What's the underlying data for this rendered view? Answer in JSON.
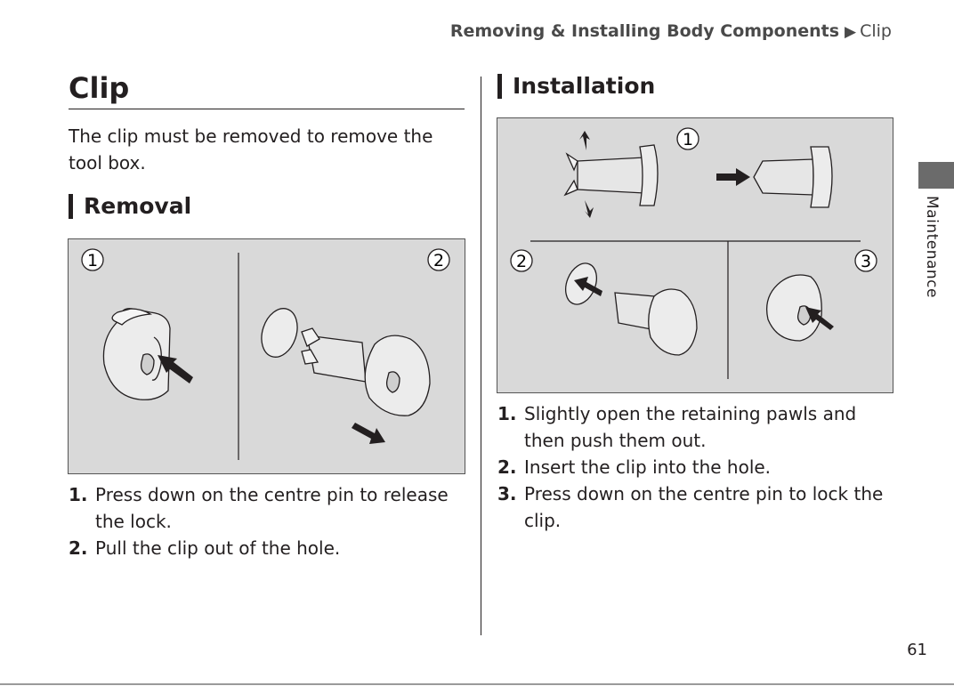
{
  "header": {
    "breadcrumb_section": "Removing & Installing Body Components",
    "breadcrumb_arrow": "▶",
    "breadcrumb_current": "Clip"
  },
  "page": {
    "title": "Clip",
    "intro": "The clip must be removed to remove the tool box.",
    "number": "61",
    "side_tab": "Maintenance"
  },
  "removal": {
    "heading": "Removal",
    "figure_labels": [
      "1",
      "2"
    ],
    "steps": [
      {
        "num": "1.",
        "text": "Press down on the centre pin to release the lock."
      },
      {
        "num": "2.",
        "text": "Pull the clip out of the hole."
      }
    ]
  },
  "installation": {
    "heading": "Installation",
    "figure_labels": [
      "1",
      "2",
      "3"
    ],
    "steps": [
      {
        "num": "1.",
        "text": "Slightly open the retaining pawls and then push them out."
      },
      {
        "num": "2.",
        "text": "Insert the clip into the hole."
      },
      {
        "num": "3.",
        "text": "Press down on the centre pin to lock the clip."
      }
    ]
  }
}
